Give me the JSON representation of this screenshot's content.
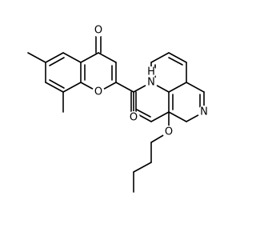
{
  "molecule": {
    "atoms": [
      {
        "id": "O4",
        "label": "O"
      },
      {
        "id": "O1",
        "label": "O"
      },
      {
        "id": "Oam",
        "label": "O"
      },
      {
        "id": "Nam",
        "label": "N"
      },
      {
        "id": "H",
        "label": "H"
      },
      {
        "id": "N1q",
        "label": "N"
      },
      {
        "id": "O8q",
        "label": "O"
      }
    ]
  },
  "colors": {
    "bond": "#000000",
    "label": "#000000",
    "background": "#ffffff"
  }
}
